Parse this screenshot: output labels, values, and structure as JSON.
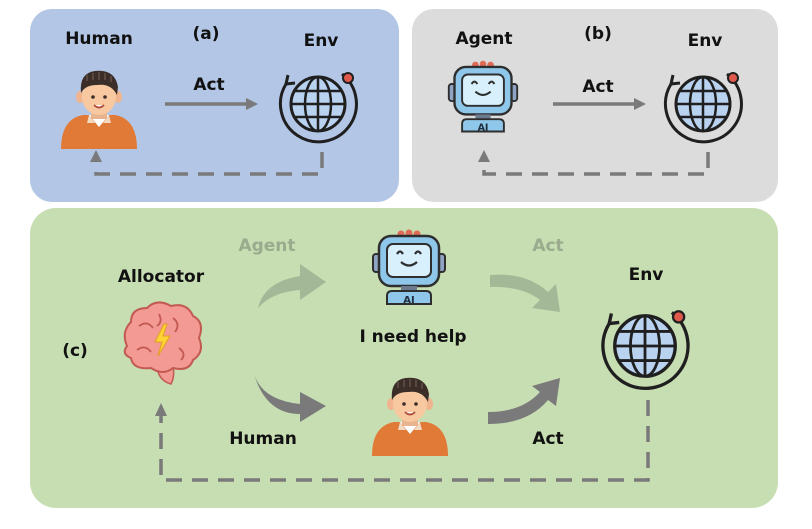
{
  "panels": {
    "a": {
      "tag": "(a)",
      "actor": "Human",
      "action": "Act",
      "env": "Env",
      "bg_color": "#b3c6e6"
    },
    "b": {
      "tag": "(b)",
      "actor": "Agent",
      "action": "Act",
      "env": "Env",
      "bg_color": "#dcdcdc"
    },
    "c": {
      "tag": "(c)",
      "allocator": "Allocator",
      "agent": "Agent",
      "human": "Human",
      "agent_act": "Act",
      "human_act": "Act",
      "help": "I need help",
      "env": "Env",
      "bg_color": "#c7ddb2"
    }
  },
  "icons": {
    "human": "person-avatar-icon",
    "robot": "ai-robot-icon",
    "env": "globe-cycle-icon",
    "allocator": "brain-lightning-icon"
  },
  "colors": {
    "arrow": "#7a7a7a",
    "faded_arrow": "#a3b896",
    "faded_text": "#9aab8e",
    "robot_blue": "#8ec7ea",
    "shirt_orange": "#e07a36",
    "brain_pink": "#f29a93",
    "globe_blue": "#b9d2f0"
  }
}
